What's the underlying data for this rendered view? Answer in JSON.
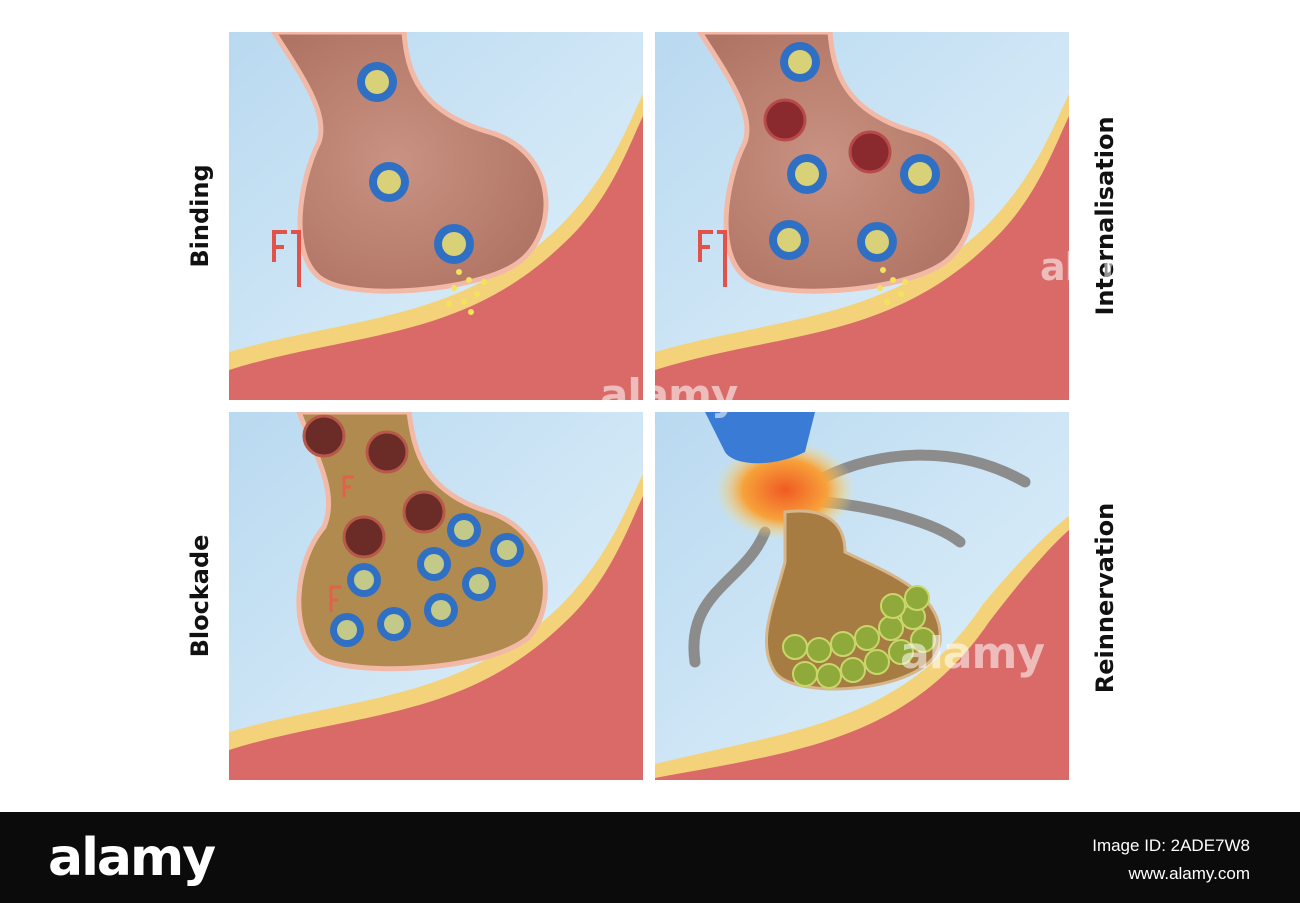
{
  "panels": {
    "binding_label": "Binding",
    "internalisation_label": "Internalisation",
    "blockade_label": "Blockade",
    "reinnervation_label": "Reinnervation"
  },
  "watermark": {
    "text": "alamy"
  },
  "footer": {
    "brand": "alamy",
    "image_id": "Image ID: 2ADE7W8",
    "site": "www.alamy.com"
  },
  "colors": {
    "background_blue": "#cde6f5",
    "muscle_red": "#d96a68",
    "membrane_yellow": "#f4d27a",
    "terminal_pink": "#c98c7c",
    "terminal_blocked": "#b08a4e",
    "vesicle_blue": "#2f6fc4",
    "toxin_red": "#e0524a",
    "axon_blue": "#3a7bd5",
    "nerve_grey": "#8c8c8c"
  }
}
